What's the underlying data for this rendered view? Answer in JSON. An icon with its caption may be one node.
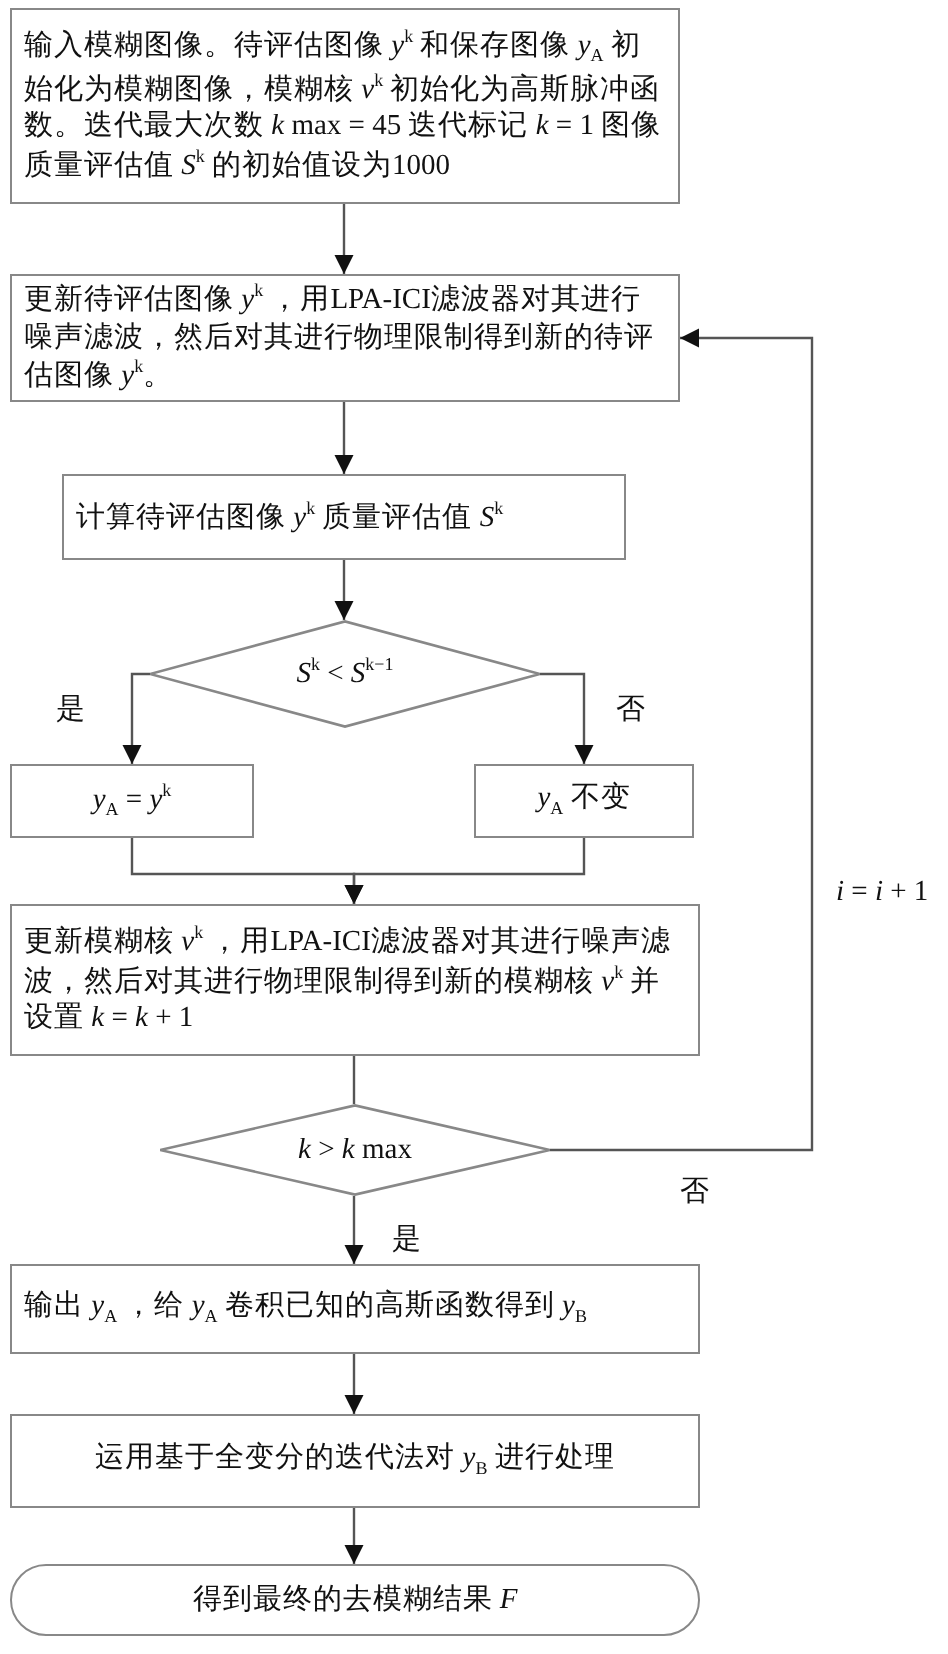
{
  "diagram": {
    "nodes": [
      {
        "text": [
          "输入模糊图像。待评估图像 *y*$^{k}$ 和保存图像 *y*$_{A}$ 初始化为模糊图像，模糊核 *v*$^{k}$ 初始化为高斯脉冲函数。迭代最大次数 *k* max = 45 迭代标记 *k* = 1 图像质量评估值 *S*$^{k}$ 的初始值设为1000"
        ]
      },
      {
        "text": [
          "更新待评估图像 *y*$^{k}$ ，用LPA-ICI滤波器对其进行噪声滤波，然后对其进行物理限制得到新的待评估图像 *y*$^{k}$。"
        ]
      },
      {
        "text": [
          "计算待评估图像 *y*$^{k}$ 质量评估值 *S*$^{k}$"
        ]
      },
      {
        "text": [
          "*S*$^{k}$ < *S*$^{k−1}$"
        ]
      },
      {
        "text": [
          "*y*$_{A}$ = *y*$^{k}$"
        ]
      },
      {
        "text": [
          "*y*$_{A}$ 不变"
        ]
      },
      {
        "text": [
          "更新模糊核 *v*$^{k}$ ，用LPA-ICI滤波器对其进行噪声滤波，然后对其进行物理限制得到新的模糊核 *v*$^{k}$ 并设置 *k* = *k* + 1"
        ]
      },
      {
        "text": [
          "*k* > *k* max"
        ]
      },
      {
        "text": [
          "输出 *y*$_{A}$ ，给 *y*$_{A}$ 卷积已知的高斯函数得到 *y*$_{B}$"
        ]
      },
      {
        "text": [
          "运用基于全变分的迭代法对 *y*$_{B}$ 进行处理"
        ]
      },
      {
        "text": [
          "得到最终的去模糊结果 *F*"
        ]
      }
    ],
    "edges": [
      {
        "from": 0,
        "to": 1,
        "arrow": "to"
      },
      {
        "from": 1,
        "to": 2,
        "arrow": "to"
      },
      {
        "from": 2,
        "to": 3,
        "arrow": "to"
      },
      {
        "from": 3,
        "to": 4,
        "label": "是",
        "arrow": "to"
      },
      {
        "from": 3,
        "to": 5,
        "label": "否",
        "arrow": "to"
      },
      {
        "from": 4,
        "to": 6,
        "arrow": "to"
      },
      {
        "from": 5,
        "to": 6,
        "arrow": "to"
      },
      {
        "from": 6,
        "to": 7,
        "arrow": "none"
      },
      {
        "from": 7,
        "to": 8,
        "label": "是",
        "arrow": "to"
      },
      {
        "from": 7,
        "to": 1,
        "label": "否",
        "arrow": "to"
      },
      {
        "from": 8,
        "to": 9,
        "arrow": "to"
      },
      {
        "from": 9,
        "to": 10,
        "arrow": "to"
      }
    ],
    "labels": [
      "*i* = *i* + 1"
    ]
  }
}
